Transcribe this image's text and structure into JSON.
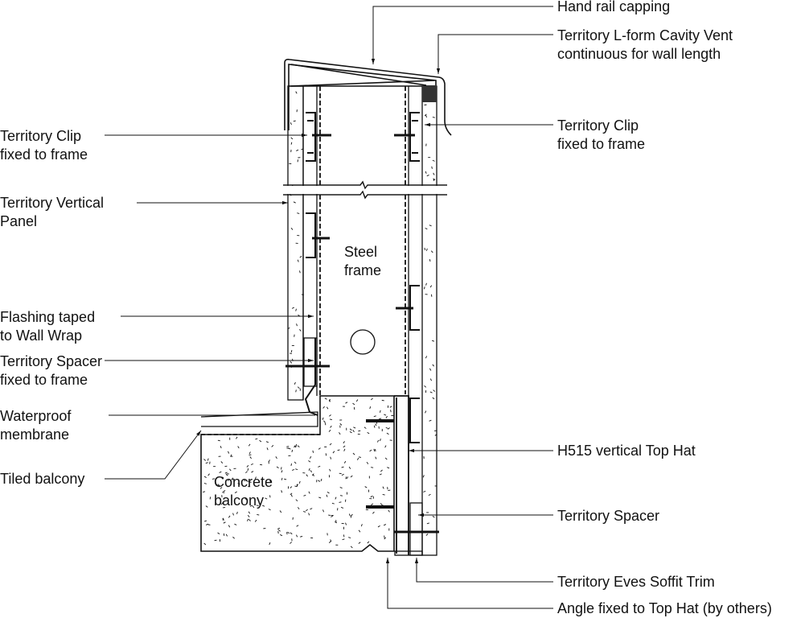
{
  "labels_right": [
    {
      "id": "hand-rail-capping",
      "text": "Hand rail capping"
    },
    {
      "id": "cavity-vent",
      "text": "Territory L-form Cavity Vent\ncontinuous for wall length"
    },
    {
      "id": "clip-right",
      "text": "Territory Clip\nfixed to frame"
    },
    {
      "id": "top-hat",
      "text": "H515 vertical Top Hat"
    },
    {
      "id": "spacer-right",
      "text": "Territory Spacer"
    },
    {
      "id": "soffit-trim",
      "text": "Territory Eves Soffit Trim"
    },
    {
      "id": "angle",
      "text": "Angle fixed to Top Hat (by others)"
    }
  ],
  "labels_left": [
    {
      "id": "clip-left",
      "text": "Territory Clip\nfixed to frame"
    },
    {
      "id": "vertical-panel",
      "text": "Territory Vertical\nPanel"
    },
    {
      "id": "flashing",
      "text": "Flashing taped\nto Wall Wrap"
    },
    {
      "id": "spacer-left",
      "text": "Territory Spacer\nfixed to frame"
    },
    {
      "id": "membrane",
      "text": "Waterproof\nmembrane"
    },
    {
      "id": "tiled-balcony",
      "text": "Tiled balcony"
    }
  ],
  "labels_inline": [
    {
      "id": "steel-frame",
      "text": "Steel\nframe"
    },
    {
      "id": "concrete-balcony",
      "text": "Concrete\nbalcony"
    }
  ]
}
